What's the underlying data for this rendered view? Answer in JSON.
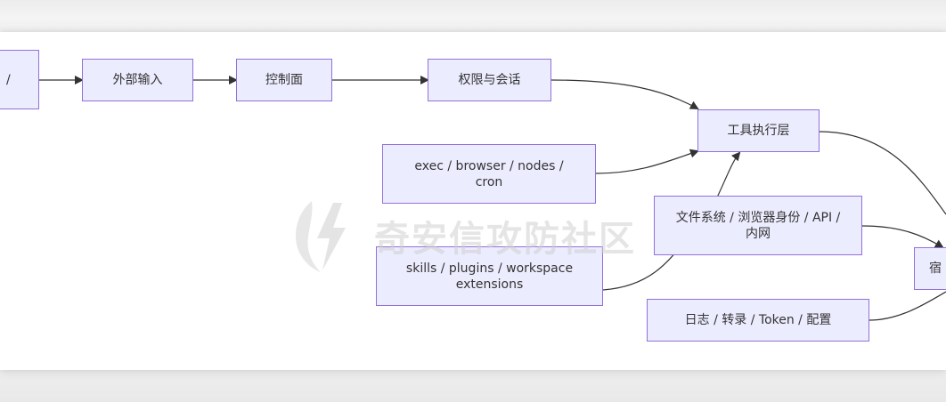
{
  "diagram": {
    "nodes": [
      {
        "id": "source",
        "label": "/"
      },
      {
        "id": "external_input",
        "label": "外部输入"
      },
      {
        "id": "control_plane",
        "label": "控制面"
      },
      {
        "id": "auth_session",
        "label": "权限与会话"
      },
      {
        "id": "tool_exec",
        "label": "工具执行层"
      },
      {
        "id": "exec_browser",
        "label": "exec / browser / nodes / cron"
      },
      {
        "id": "file_sys",
        "label": "文件系统 / 浏览器身份 / API / 内网"
      },
      {
        "id": "skills",
        "label": "skills / plugins / workspace extensions"
      },
      {
        "id": "logs",
        "label": "日志 / 转录 / Token / 配置"
      },
      {
        "id": "host",
        "label": "宿"
      }
    ],
    "edges": [
      {
        "from": "source",
        "to": "external_input"
      },
      {
        "from": "external_input",
        "to": "control_plane"
      },
      {
        "from": "control_plane",
        "to": "auth_session"
      },
      {
        "from": "auth_session",
        "to": "tool_exec"
      },
      {
        "from": "exec_browser",
        "to": "tool_exec"
      },
      {
        "from": "skills",
        "to": "tool_exec"
      },
      {
        "from": "tool_exec",
        "to": "host"
      },
      {
        "from": "file_sys",
        "to": "host"
      },
      {
        "from": "logs",
        "to": "host"
      }
    ]
  },
  "watermark": {
    "text": "奇安信攻防社区",
    "logo": "lightning-shield-logo"
  },
  "colors": {
    "node_fill": "#ececff",
    "node_border": "#9370db",
    "edge": "#333333"
  }
}
